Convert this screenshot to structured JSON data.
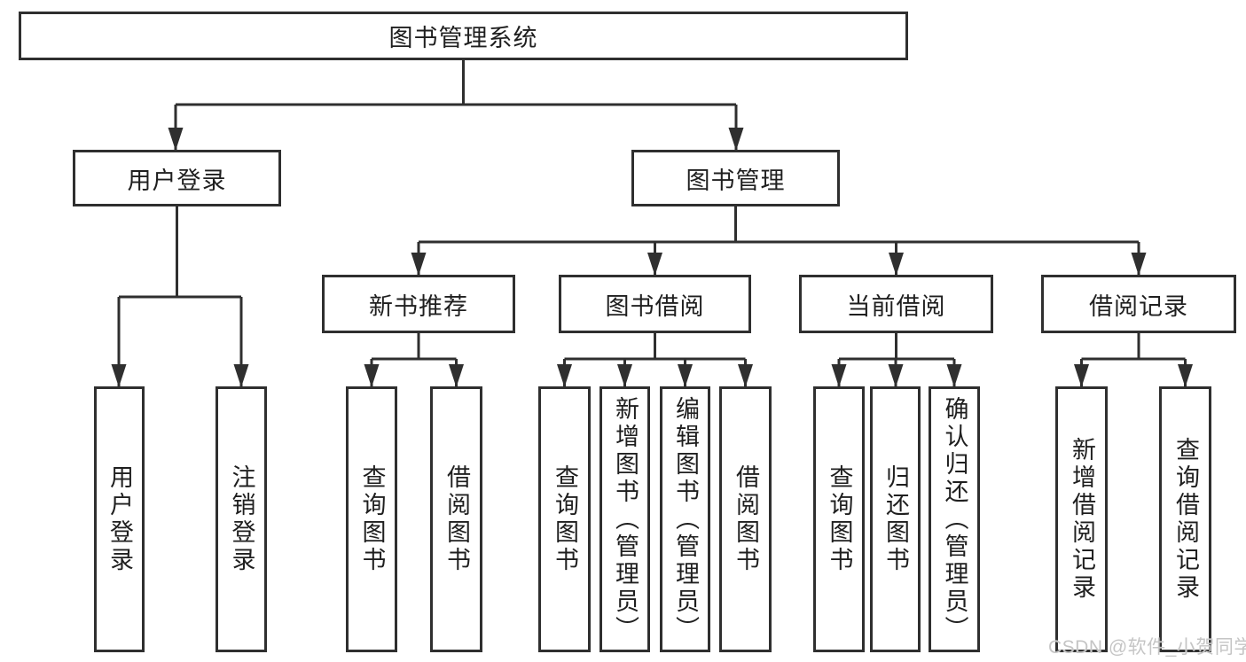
{
  "diagram": {
    "root": {
      "label": "图书管理系统"
    },
    "branches": [
      {
        "label": "用户登录",
        "children": [
          {
            "label": "用户登录"
          },
          {
            "label": "注销登录"
          }
        ]
      },
      {
        "label": "图书管理",
        "children": [
          {
            "label": "新书推荐",
            "children": [
              {
                "label": "查询图书"
              },
              {
                "label": "借阅图书"
              }
            ]
          },
          {
            "label": "图书借阅",
            "children": [
              {
                "label": "查询图书"
              },
              {
                "label": "新增图书（管理员）"
              },
              {
                "label": "编辑图书（管理员）"
              },
              {
                "label": "借阅图书"
              }
            ]
          },
          {
            "label": "当前借阅",
            "children": [
              {
                "label": "查询图书"
              },
              {
                "label": "归还图书"
              },
              {
                "label": "确认归还（管理员）"
              }
            ]
          },
          {
            "label": "借阅记录",
            "children": [
              {
                "label": "新增借阅记录"
              },
              {
                "label": "查询借阅记录"
              }
            ]
          }
        ]
      }
    ]
  },
  "watermark": {
    "text": "CSDN @软件_小贺同学"
  },
  "colors": {
    "line": "#2f2f2f",
    "text": "#1f1f1f",
    "background": "#ffffff",
    "watermark": "#c5c5c5"
  }
}
